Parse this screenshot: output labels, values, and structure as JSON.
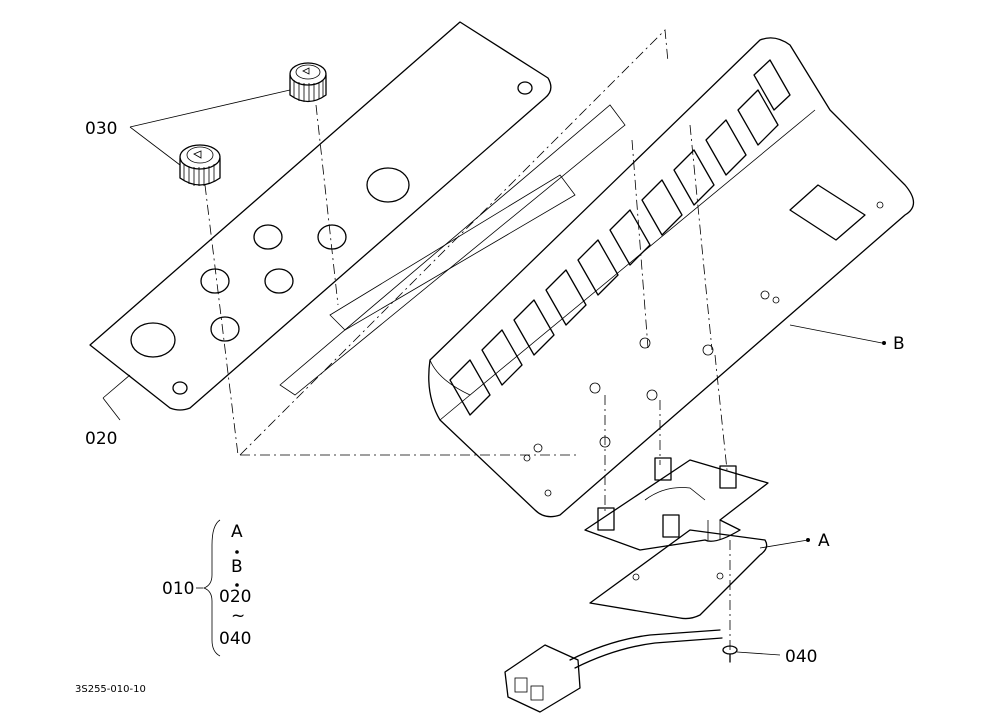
{
  "callouts": {
    "knob": "030",
    "sheet": "020",
    "panel": "B",
    "board": "A",
    "screw": "040"
  },
  "assembly": {
    "number": "010",
    "line1": "A",
    "line2": "B",
    "line3": "020",
    "tilde": "~",
    "line4": "040"
  },
  "drawing_id": "3S255-010-10"
}
